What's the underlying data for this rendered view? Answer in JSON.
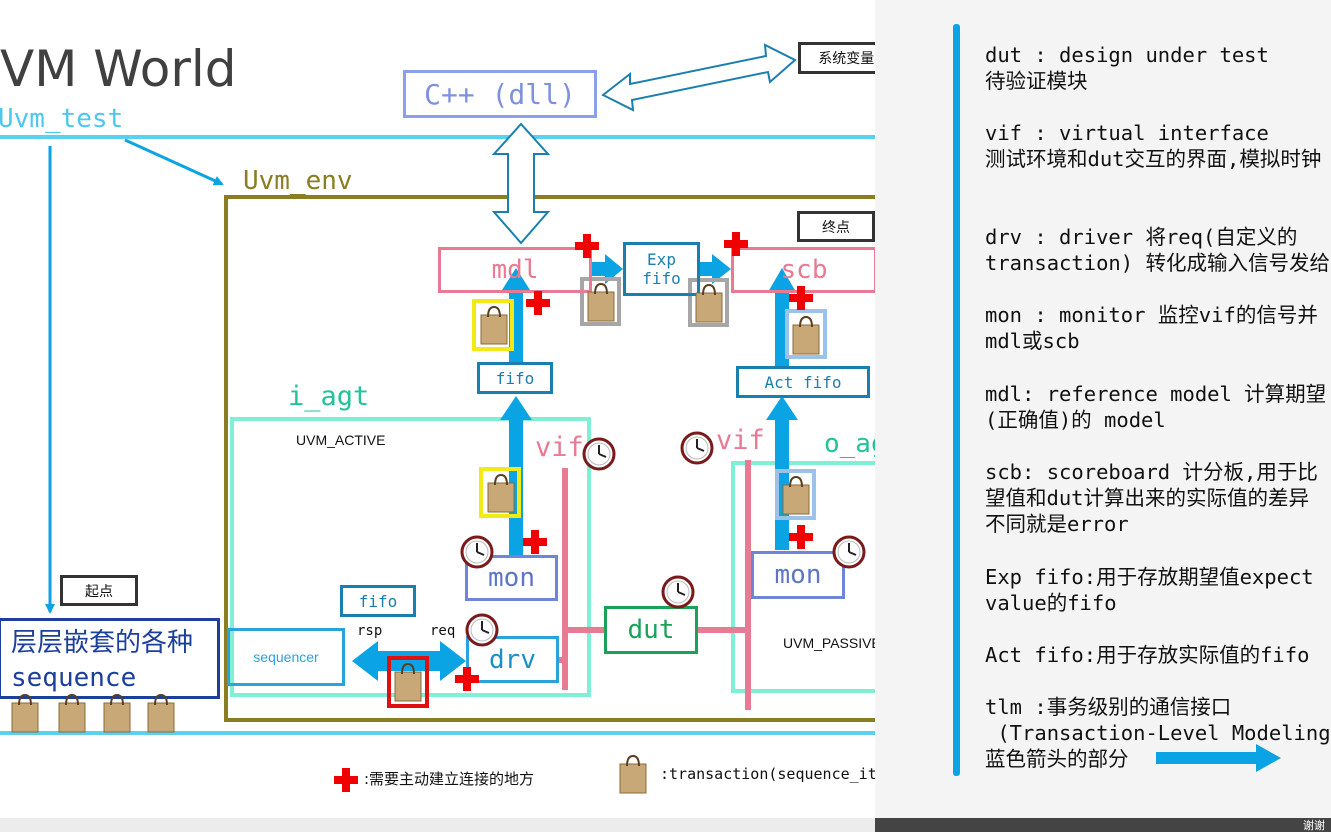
{
  "title": "VM World",
  "labels": {
    "uvm_test": "Uvm_test",
    "uvm_env": "Uvm_env",
    "cpp_dll": "C++ (dll)",
    "sys_var": "系统变量,寄存器",
    "end_point": "终点",
    "start_point": "起点",
    "mdl": "mdl",
    "scb": "scb",
    "exp_fifo_line1": "Exp",
    "exp_fifo_line2": "fifo",
    "fifo_mid": "fifo",
    "act_fifo": "Act fifo",
    "i_agt": "i_agt",
    "o_agt": "o_agt",
    "uvm_active": "UVM_ACTIVE",
    "uvm_passive": "UVM_PASSIVE",
    "vif_left": "vif",
    "vif_right": "vif",
    "mon_left": "mon",
    "mon_right": "mon",
    "drv": "drv",
    "dut": "dut",
    "sequencer": "sequencer",
    "fifo_seq": "fifo",
    "rsp": "rsp",
    "req": "req",
    "sequence_line1": "层层嵌套的各种",
    "sequence_line2": "sequence"
  },
  "legend": {
    "cross_text": ":需要主动建立连接的地方",
    "bag_text": ":transaction(sequence_item)"
  },
  "definitions": [
    {
      "line1": "dut : design under test",
      "line2": "待验证模块"
    },
    {
      "line1": "vif : virtual interface",
      "line2": "测试环境和dut交互的界面,模拟时钟"
    },
    {
      "line1": "drv : driver 将req(自定义的",
      "line2": "transaction) 转化成输入信号发给"
    },
    {
      "line1": "mon : monitor 监控vif的信号并",
      "line2": "mdl或scb"
    },
    {
      "line1": "mdl: reference model 计算期望",
      "line2": "(正确值)的 model"
    },
    {
      "line1": "scb: scoreboard 计分板,用于比",
      "line2": "望值和dut计算出来的实际值的差异",
      "line3": "不同就是error"
    },
    {
      "line1": "Exp fifo:用于存放期望值expect",
      "line2": "value的fifo"
    },
    {
      "line1": "Act fifo:用于存放实际值的fifo"
    },
    {
      "line1": "tlm :事务级别的通信接口",
      "line2": " (Transaction-Level Modeling",
      "line3": "蓝色箭头的部分"
    }
  ],
  "footer_text": "谢谢",
  "colors": {
    "test_blue": "#4cc7ee",
    "env_olive": "#8a7d22",
    "agent_teal": "#7ff0d6",
    "pink": "#e87a93",
    "arrow_blue": "#0aa3e3",
    "mon_blue": "#6f86d8",
    "dut_green": "#1aa258",
    "cross_red": "#f00000",
    "sequence_navy": "#1b3f9a"
  }
}
